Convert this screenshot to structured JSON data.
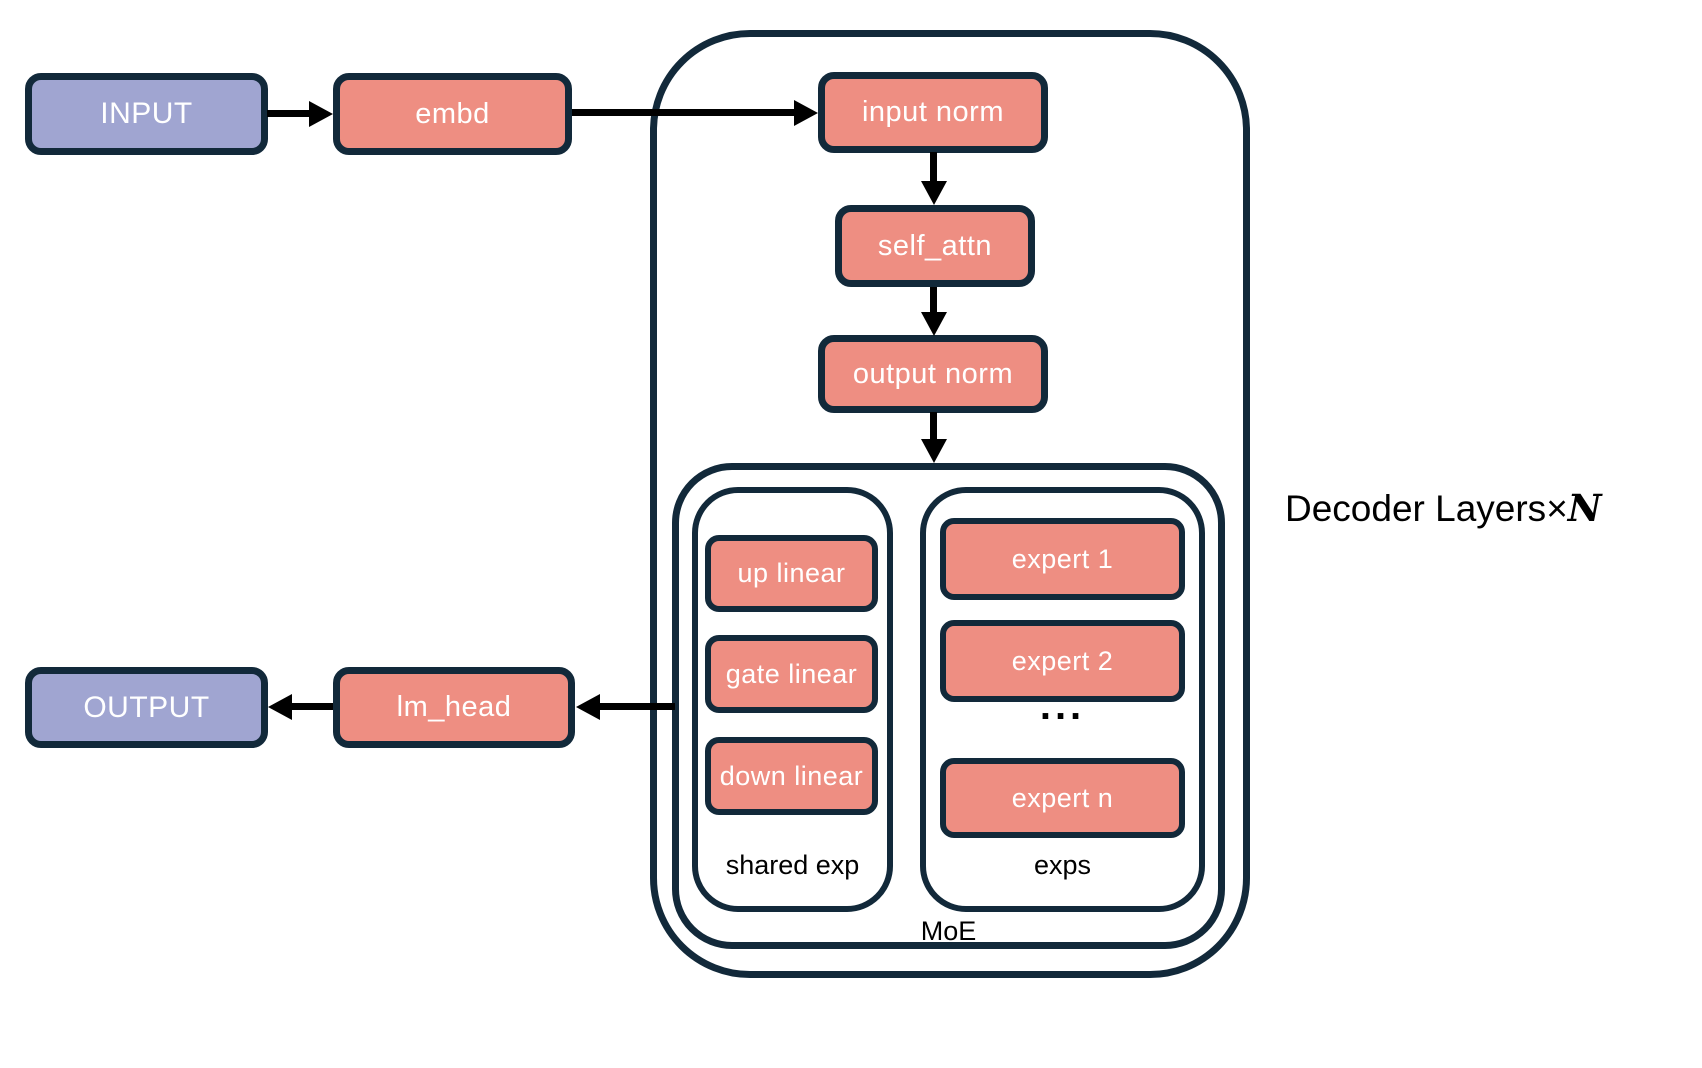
{
  "diagram": {
    "title_note": "MoE decoder architecture diagram",
    "colors": {
      "background": "#ffffff",
      "io_fill": "#A0A5D1",
      "block_fill": "#EE8E82",
      "border": "#12293A",
      "arrow": "#000000",
      "text_light": "#ffffff",
      "text_dark": "#000000"
    },
    "io": {
      "input": "INPUT",
      "output": "OUTPUT"
    },
    "blocks": {
      "embd": "embd",
      "lm_head": "lm_head",
      "input_norm": "input norm",
      "self_attn": "self_attn",
      "output_norm": "output norm"
    },
    "decoder": {
      "label_prefix": "Decoder Layers",
      "times": "×",
      "n": "N"
    },
    "moe": {
      "label": "MoE",
      "shared": {
        "label": "shared exp",
        "blocks": [
          "up linear",
          "gate linear",
          "down linear"
        ]
      },
      "experts": {
        "label": "exps",
        "blocks": [
          "expert 1",
          "expert 2",
          "expert n"
        ],
        "ellipsis": "..."
      }
    }
  }
}
